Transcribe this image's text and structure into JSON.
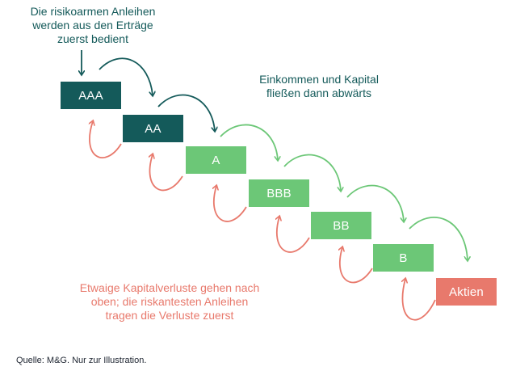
{
  "annotations": {
    "top_left": [
      "Die risikoarmen Anleihen",
      "werden aus den Erträge",
      "zuerst bedient"
    ],
    "top_right": [
      "Einkommen und Kapital",
      "fließen dann abwärts"
    ],
    "bottom_left": [
      "Etwaige Kapitalverluste gehen nach",
      "oben; die riskantesten Anleihen",
      "tragen die Verluste zuerst"
    ]
  },
  "tranches": [
    {
      "label": "AAA"
    },
    {
      "label": "AA"
    },
    {
      "label": "A"
    },
    {
      "label": "BBB"
    },
    {
      "label": "BB"
    },
    {
      "label": "B"
    },
    {
      "label": "Aktien"
    }
  ],
  "source": "Quelle: M&G. Nur zur Illustration.",
  "colors": {
    "dark_teal": "#145a5a",
    "green": "#6cc777",
    "salmon": "#e8796c",
    "text_dark": "#1d2430"
  }
}
